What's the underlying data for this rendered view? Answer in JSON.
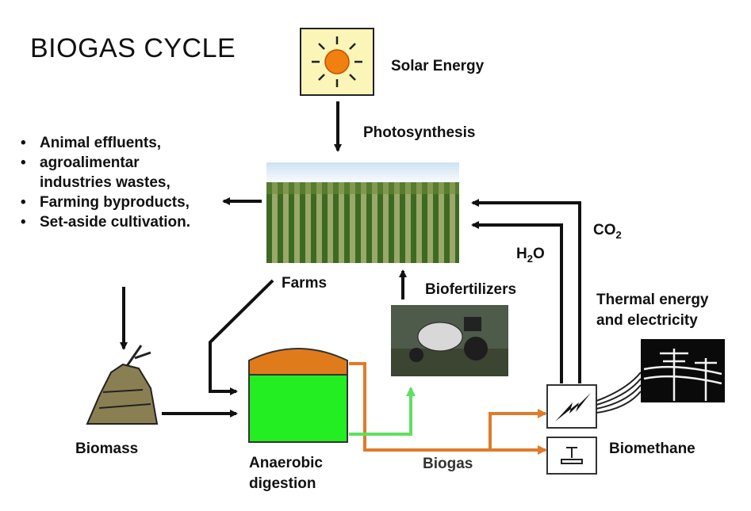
{
  "title": "BIOGAS CYCLE",
  "labels": {
    "solar_energy": "Solar Energy",
    "photosynthesis": "Photosynthesis",
    "farms": "Farms",
    "biofertilizers": "Biofertilizers",
    "biomass": "Biomass",
    "anaerobic_line1": "Anaerobic",
    "anaerobic_line2": "digestion",
    "biogas": "Biogas",
    "thermal_line1": "Thermal energy",
    "thermal_line2": "and electricity",
    "biomethane": "Biomethane",
    "h2o_main": "H",
    "h2o_sub": "2",
    "h2o_tail": "O",
    "co2_main": "CO",
    "co2_sub": "2"
  },
  "biomass_sources": [
    "Animal effluents,",
    " agroalimentar industries wastes,",
    "Farming byproducts,",
    "Set-aside cultivation."
  ],
  "colors": {
    "biogas_flow": "#e07b2a",
    "fertilizer_flow": "#5fe05f",
    "digester_top": "#e07b1c",
    "digester_body": "#22ee22",
    "sun": "#f08010",
    "sun_box": "#fbf5b8"
  }
}
